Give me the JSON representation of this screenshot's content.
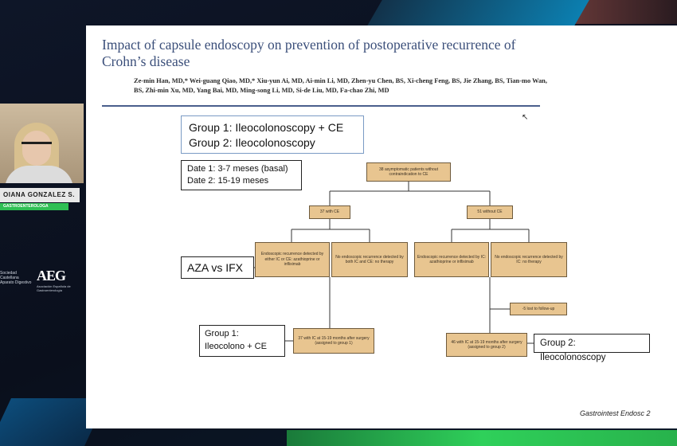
{
  "slide": {
    "title": "Impact of capsule endoscopy on prevention of postoperative recurrence of Crohn’s disease",
    "authors": "Ze-min Han, MD,* Wei-guang Qiao, MD,* Xiu-yun Ai, MD, Ai-min Li, MD, Zhen-yu Chen, BS, Xi-cheng Feng, BS, Jie Zhang, BS, Tian-mo Wan, BS, Zhi-min Xu, MD, Yang Bai, MD, Ming-song Li, MD, Si-de Liu, MD, Fa-chao Zhi, MD",
    "groups": {
      "line1": "Group 1: Ileocolonoscopy + CE",
      "line2": "Group 2: Ileocolonoscopy"
    },
    "dates": {
      "line1": "Date 1: 3-7 meses (basal)",
      "line2": "Date 2: 15-19 meses"
    },
    "aza_label": "AZA vs IFX",
    "group1_label": {
      "line1": "Group 1:",
      "line2": "Ileocolono + CE"
    },
    "group2_label": "Group 2: Ileocolonoscopy",
    "citation": "Gastrointest Endosc 2",
    "flowchart": {
      "root": "38 asymptomatic patients without contraindication to CE",
      "with_ce": "37 with CE",
      "without_ce": "51 without CE",
      "with_ce_rec": "Endoscopic recurrence detected by either IC or CE: azathioprine or infliximab",
      "with_ce_norec": "No endoscopic recurrence detected by both IC and CE: no therapy",
      "without_ce_rec": "Endoscopic recurrence detected by IC: azathioprine or infliximab",
      "without_ce_norec": "No endoscopic recurrence detected by IC: no therapy",
      "lost": "-5 lost to follow-up",
      "g1_final": "37 with IC at 15-19 months after surgery (assigned to group 1)",
      "g2_final": "46 with IC at 15-19 months after surgery (assigned to group 2)"
    }
  },
  "speaker": {
    "name": "OIANA GONZALEZ S.",
    "role": "GASTROENTEROLOGA"
  },
  "logos": {
    "left_text": "Sociedad Castellana Aparato Digestivo",
    "aeg_mark": "AEG",
    "aeg_sub": "Asociación Española de Gastroenterología"
  }
}
